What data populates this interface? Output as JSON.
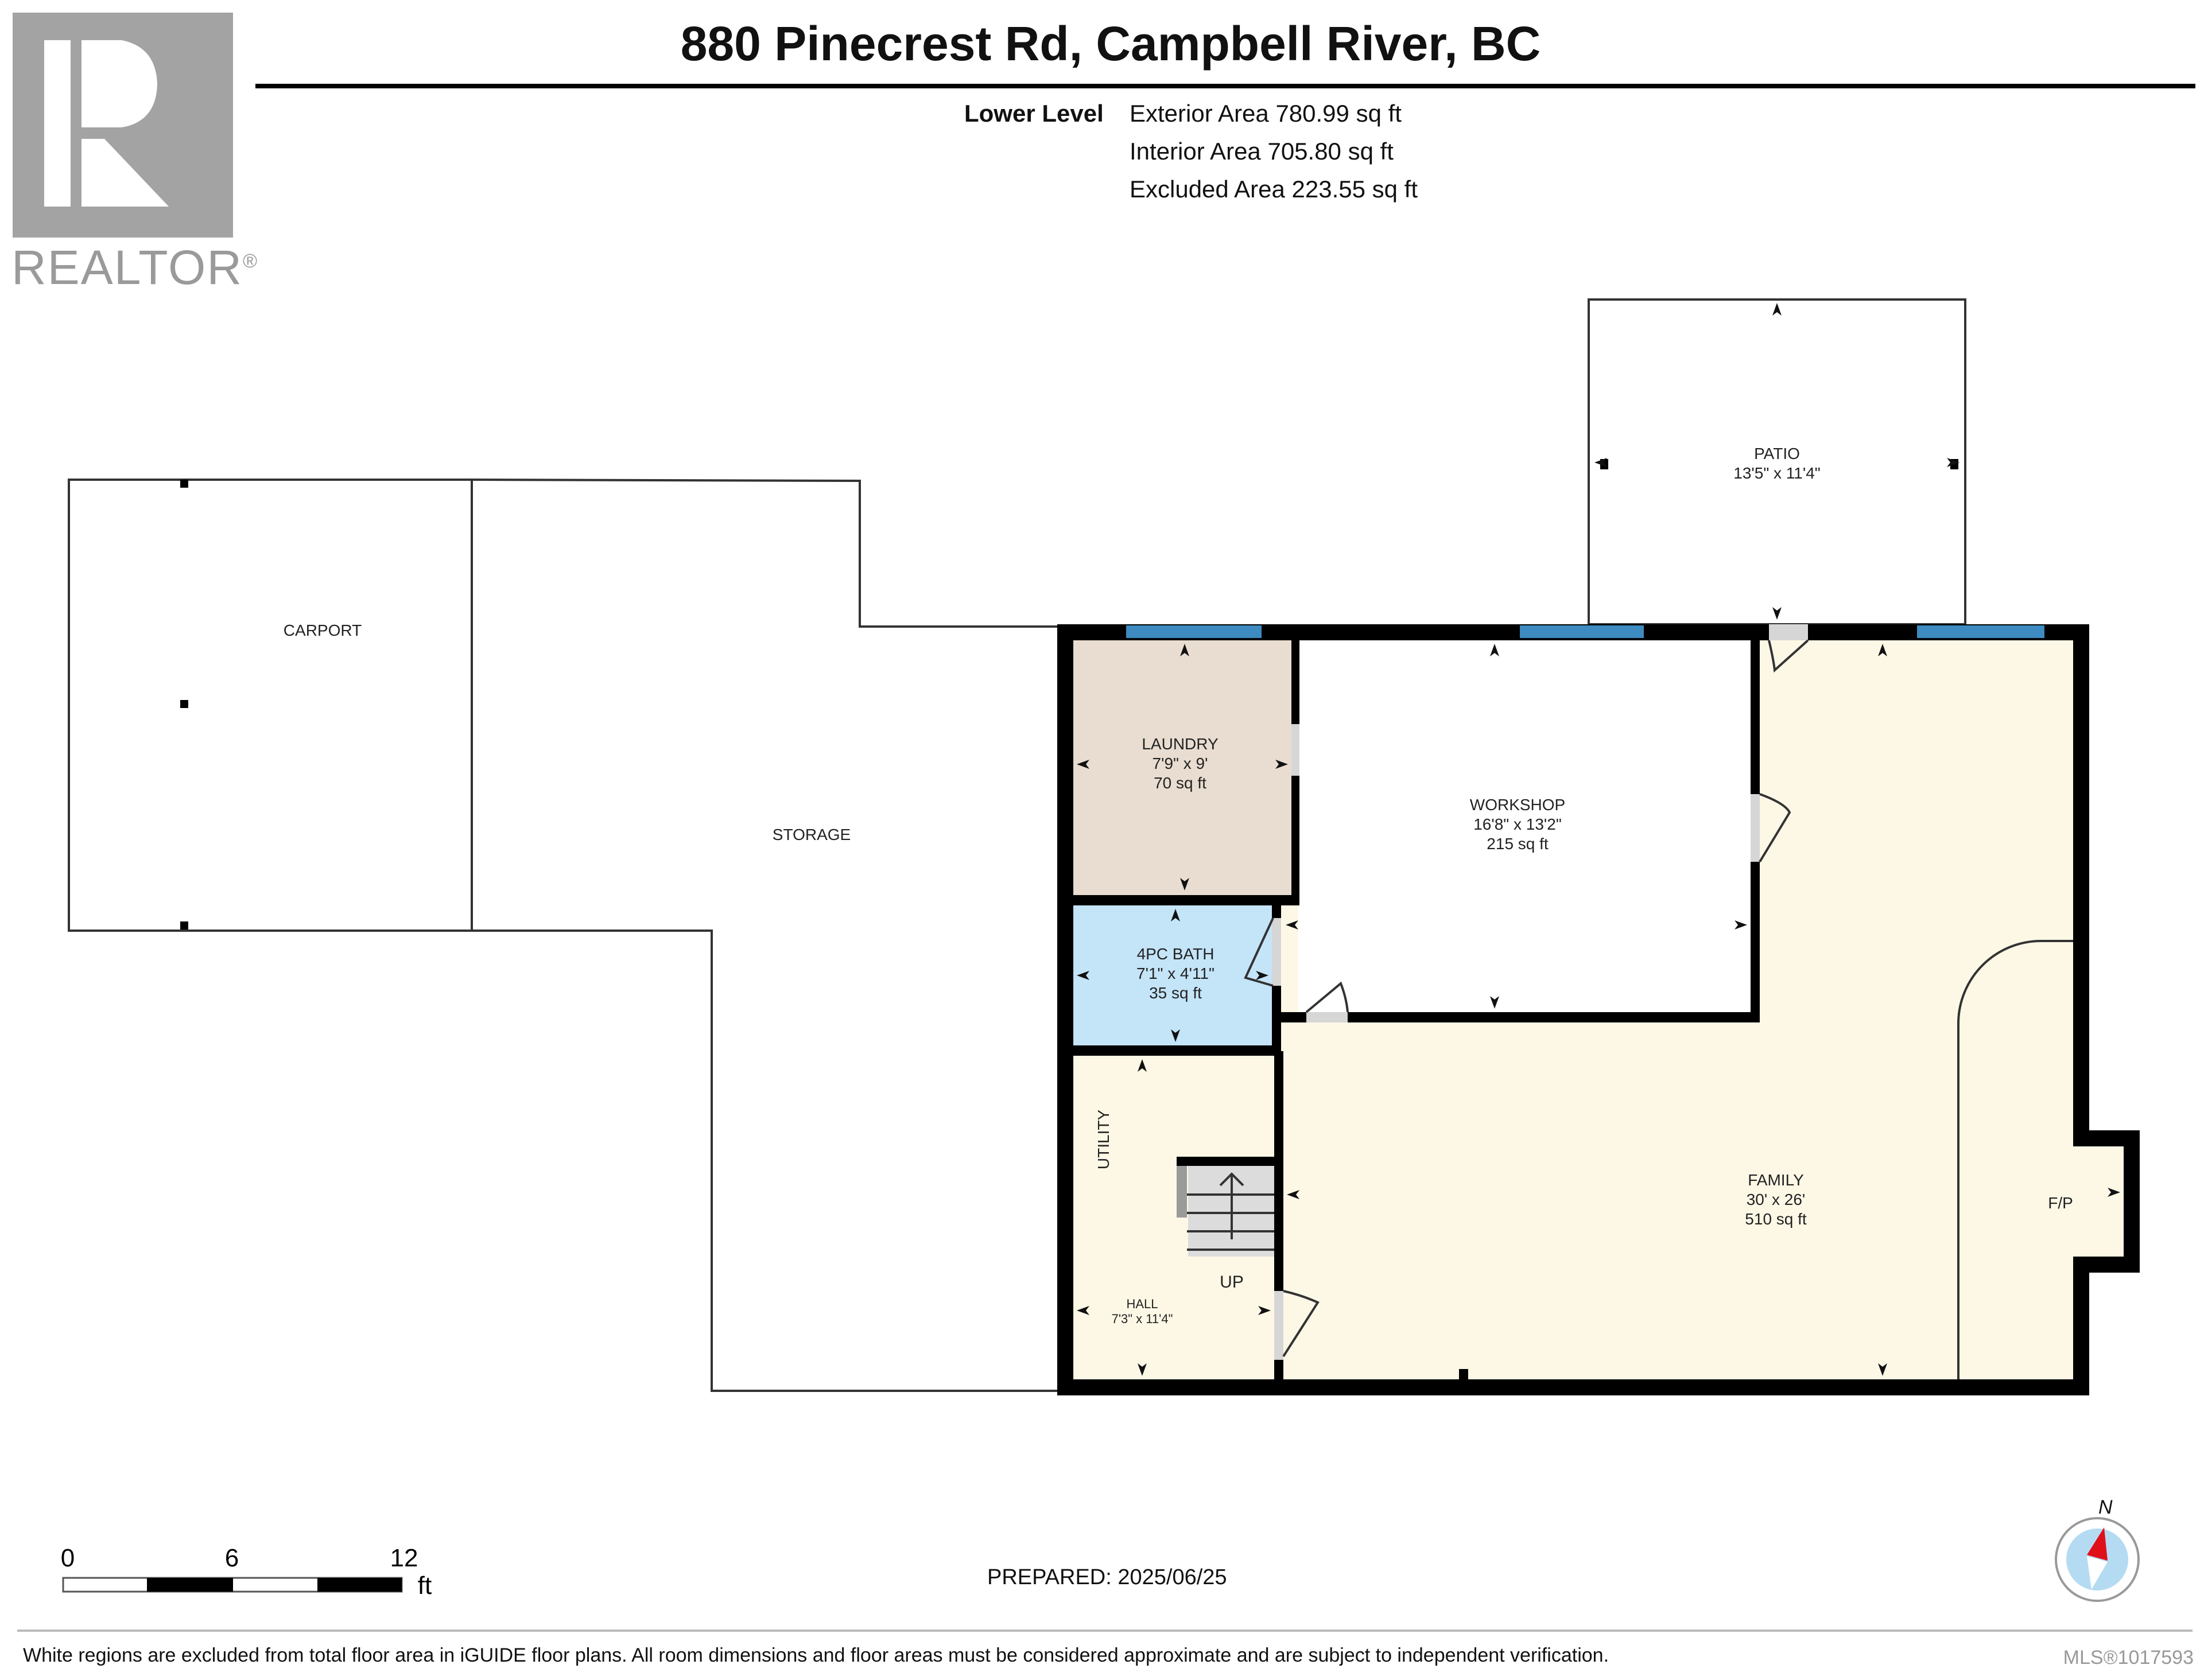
{
  "logo": {
    "text": "REALTOR",
    "registered": "®"
  },
  "header": {
    "title": "880 Pinecrest Rd, Campbell River, BC",
    "level_label": "Lower Level",
    "exterior_area": "Exterior Area 780.99 sq ft",
    "interior_area": "Interior Area 705.80 sq ft",
    "excluded_area": "Excluded Area 223.55 sq ft"
  },
  "rooms": {
    "patio": {
      "name": "PATIO",
      "dims": "13'5\" x 11'4\""
    },
    "carport": {
      "name": "CARPORT"
    },
    "storage": {
      "name": "STORAGE"
    },
    "laundry": {
      "name": "LAUNDRY",
      "dims": "7'9\" x 9'",
      "area": "70 sq ft"
    },
    "workshop": {
      "name": "WORKSHOP",
      "dims": "16'8\" x 13'2\"",
      "area": "215 sq ft"
    },
    "bath": {
      "name": "4PC BATH",
      "dims": "7'1\" x 4'11\"",
      "area": "35 sq ft"
    },
    "utility": {
      "name": "UTILITY"
    },
    "stairs": {
      "label": "UP"
    },
    "hall": {
      "name": "HALL",
      "dims": "7'3\" x 11'4\""
    },
    "family": {
      "name": "FAMILY",
      "dims": "30' x 26'",
      "area": "510 sq ft"
    },
    "fireplace": {
      "name": "F/P"
    }
  },
  "colors": {
    "laundry": "#E8DDD0",
    "bath": "#C4E4F8",
    "living": "#FDF8E6",
    "window": "#3D8BC0",
    "wall": "#000000",
    "door_threshold": "#D6D6D6"
  },
  "scale_bar": {
    "ticks": [
      "0",
      "6",
      "12"
    ],
    "unit": "ft"
  },
  "prepared": "PREPARED: 2025/06/25",
  "compass": {
    "label": "N"
  },
  "footer": {
    "disclaimer": "White regions are excluded from total floor area in iGUIDE floor plans. All room dimensions and floor areas must be considered approximate and are subject to independent verification.",
    "mls": "MLS®1017593"
  }
}
